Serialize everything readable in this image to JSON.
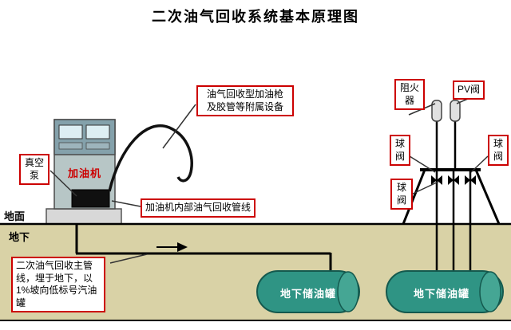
{
  "title": "二次油气回收系统基本原理图",
  "callouts": {
    "nozzle": "油气回收型加油枪\n及胶管等附属设备",
    "vacuum_pump": "真空\n泵",
    "internal_pipe": "加油机内部油气回收管线",
    "main_pipe": "二次油气回收主管线，埋于地下，以1%坡向低标号汽油罐",
    "flame_arrester": "阻火\n器",
    "pv_valve": "PV阀",
    "ball_valve_left": "球\n阀",
    "ball_valve_right": "球\n阀",
    "ball_valve_bottom": "球\n阀"
  },
  "equipment": {
    "dispenser": "加油机",
    "tank_left": "地下储油罐",
    "tank_right": "地下储油罐"
  },
  "zones": {
    "ground_surface": "地面",
    "underground": "地下"
  },
  "colors": {
    "callout_border": "#cc0000",
    "underground_fill": "#d9d2a6",
    "tank_fill": "#2f9484",
    "tank_cap": "#45a694",
    "dispenser_body": "#b7c6c6",
    "dispenser_top": "#84a1ab",
    "dispenser_screen": "#ddeef3",
    "pipe_color": "#000000",
    "dispenser_text": "#cc0000"
  }
}
